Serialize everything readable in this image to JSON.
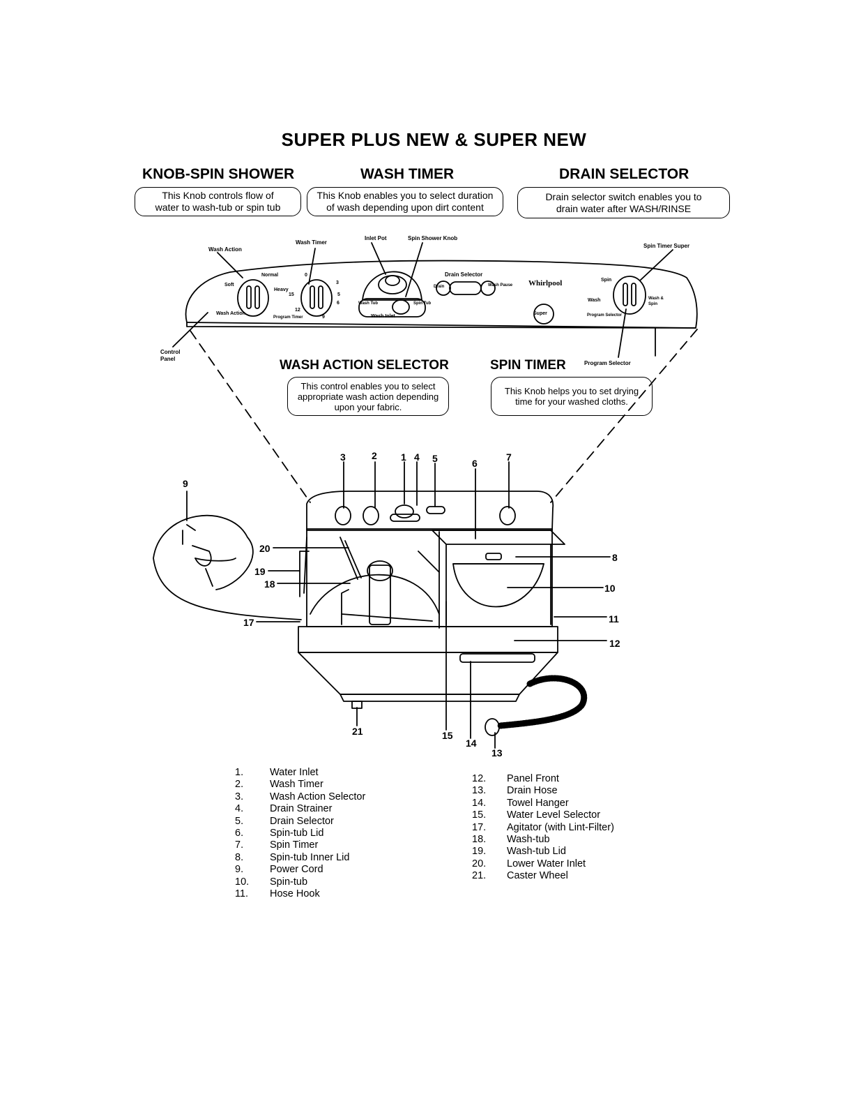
{
  "title": "SUPER PLUS NEW & SUPER NEW",
  "sections": {
    "knob_spin_shower": {
      "heading": "KNOB-SPIN SHOWER",
      "lines": [
        "This Knob controls flow of",
        "water to wash-tub or spin tub"
      ]
    },
    "wash_timer": {
      "heading": "WASH TIMER",
      "lines": [
        "This Knob enables you to select duration",
        "of wash depending upon dirt content"
      ]
    },
    "drain_selector": {
      "heading": "DRAIN SELECTOR",
      "lines": [
        "Drain selector switch enables you to",
        "drain water after WASH/RINSE"
      ]
    },
    "wash_action_selector": {
      "heading": "WASH ACTION SELECTOR",
      "lines": [
        "This control enables you to select",
        "appropriate wash action depending",
        "upon your fabric."
      ]
    },
    "spin_timer": {
      "heading": "SPIN TIMER",
      "lines": [
        "This Knob helps you to set drying",
        "time for your washed cloths."
      ]
    }
  },
  "panel_labels": {
    "wash_action": "Wash Action",
    "wash_timer": "Wash Timer",
    "inlet_pot": "Inlet Pot",
    "spin_shower_knob": "Spin Shower Knob",
    "spin_timer_super": "Spin Timer Super",
    "drain_selector": "Drain Selector",
    "control_panel_1": "Control",
    "control_panel_2": "Panel",
    "program_selector": "Program Selector",
    "soft": "Soft",
    "normal": "Normal",
    "heavy": "Heavy",
    "wash_action_knob": "Wash Action",
    "program_timer": "Program Timer",
    "wash_tub": "Wash Tub",
    "spin_tub": "Spin Tub",
    "wash_inlet": "Wash Inlet",
    "drain": "Drain",
    "wash_pause": "Wash Pause",
    "brand": "Whirlpool",
    "super": "Super",
    "spin": "Spin",
    "wash": "Wash",
    "wash_spin": "Wash & Spin",
    "program_selector_knob": "Program Selector",
    "t0": "0",
    "t3": "3",
    "t5": "5",
    "t6": "6",
    "t9": "9",
    "t12": "12",
    "t15": "15"
  },
  "callouts": [
    "3",
    "2",
    "1",
    "4",
    "5",
    "6",
    "7",
    "8",
    "9",
    "10",
    "11",
    "12",
    "13",
    "14",
    "15",
    "17",
    "18",
    "19",
    "20",
    "21"
  ],
  "parts_left": [
    {
      "n": "1.",
      "label": "Water Inlet"
    },
    {
      "n": "2.",
      "label": "Wash Timer"
    },
    {
      "n": "3.",
      "label": "Wash Action Selector"
    },
    {
      "n": "4.",
      "label": "Drain Strainer"
    },
    {
      "n": "5.",
      "label": "Drain Selector"
    },
    {
      "n": "6.",
      "label": "Spin-tub Lid"
    },
    {
      "n": "7.",
      "label": "Spin Timer"
    },
    {
      "n": "8.",
      "label": "Spin-tub Inner Lid"
    },
    {
      "n": "9.",
      "label": "Power Cord"
    },
    {
      "n": "10.",
      "label": "Spin-tub"
    },
    {
      "n": "11.",
      "label": "Hose Hook"
    }
  ],
  "parts_right": [
    {
      "n": "12.",
      "label": "Panel Front"
    },
    {
      "n": "13.",
      "label": "Drain Hose"
    },
    {
      "n": "14.",
      "label": "Towel Hanger"
    },
    {
      "n": "15.",
      "label": "Water Level Selector"
    },
    {
      "n": "17.",
      "label": "Agitator (with Lint-Filter)"
    },
    {
      "n": "18.",
      "label": "Wash-tub"
    },
    {
      "n": "19.",
      "label": "Wash-tub Lid"
    },
    {
      "n": "20.",
      "label": "Lower Water Inlet"
    },
    {
      "n": "21.",
      "label": "Caster Wheel"
    }
  ]
}
